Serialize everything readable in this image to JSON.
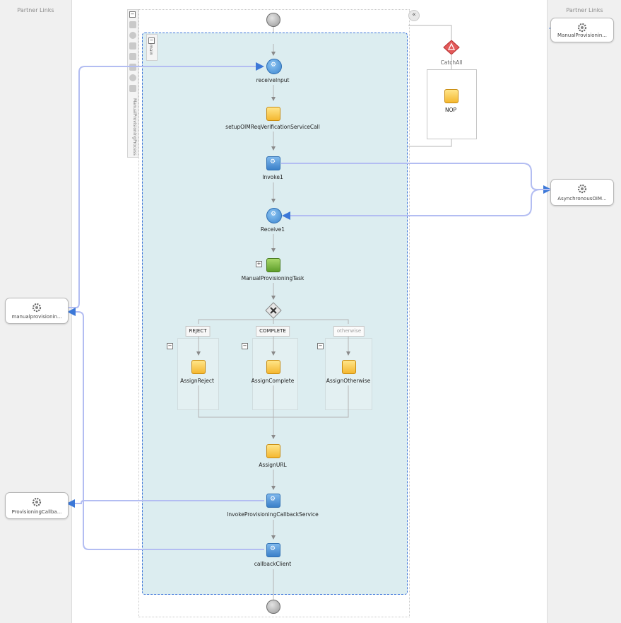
{
  "partner_lanes": {
    "left_title": "Partner Links",
    "right_title": "Partner Links"
  },
  "partner_links": {
    "manual_provisioning_right": "ManualProvisionin...",
    "async_oim": "AsynchronousOIM...",
    "manual_provisioning_left": "manualprovisionin...",
    "provisioning_callback": "ProvisioningCallba..."
  },
  "process": {
    "side_label": "ManualProvisioningProcess",
    "main_scope_label": "main"
  },
  "activities": {
    "receive_input": "receiveInput",
    "setup_call": "setupOIMReqVerificationServiceCall",
    "invoke1": "Invoke1",
    "receive1": "Receive1",
    "manual_task": "ManualProvisioningTask",
    "assign_reject": "AssignReject",
    "assign_complete": "AssignComplete",
    "assign_otherwise": "AssignOtherwise",
    "assign_url": "AssignURL",
    "invoke_callback_service": "InvokeProvisioningCallbackService",
    "callback_client": "callbackClient"
  },
  "switch_cases": {
    "reject": "REJECT",
    "complete": "COMPLETE",
    "otherwise": "otherwise"
  },
  "fault_handler": {
    "catch_all": "CatchAll",
    "nop": "NOP"
  },
  "colors": {
    "scope_fill": "#dcedf0",
    "scope_border": "#3b73d9",
    "wire": "#aab4f0",
    "invoke_blue": "#3b80c9",
    "assign_yellow": "#f4b730",
    "human_task_green": "#5e9e2a",
    "catch_red": "#e04848"
  }
}
